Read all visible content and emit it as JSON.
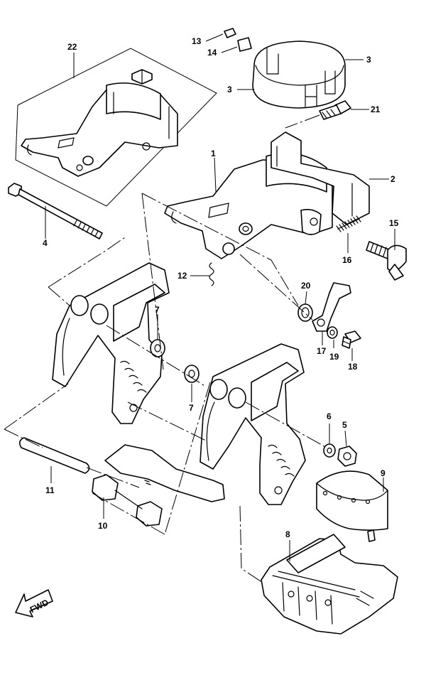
{
  "callouts": {
    "c22": "22",
    "c13": "13",
    "c14": "14",
    "c3a": "3",
    "c3b": "3",
    "c21": "21",
    "c1": "1",
    "c2": "2",
    "c4": "4",
    "c15": "15",
    "c16": "16",
    "c12": "12",
    "c20": "20",
    "c7a": "7",
    "c7b": "7",
    "c17": "17",
    "c19": "19",
    "c18": "18",
    "c6": "6",
    "c5": "5",
    "c11": "11",
    "c9": "9",
    "c10": "10",
    "c8": "8"
  },
  "fwd_label": "FWD",
  "icons": {
    "fwd": "fwd-arrow-icon"
  }
}
